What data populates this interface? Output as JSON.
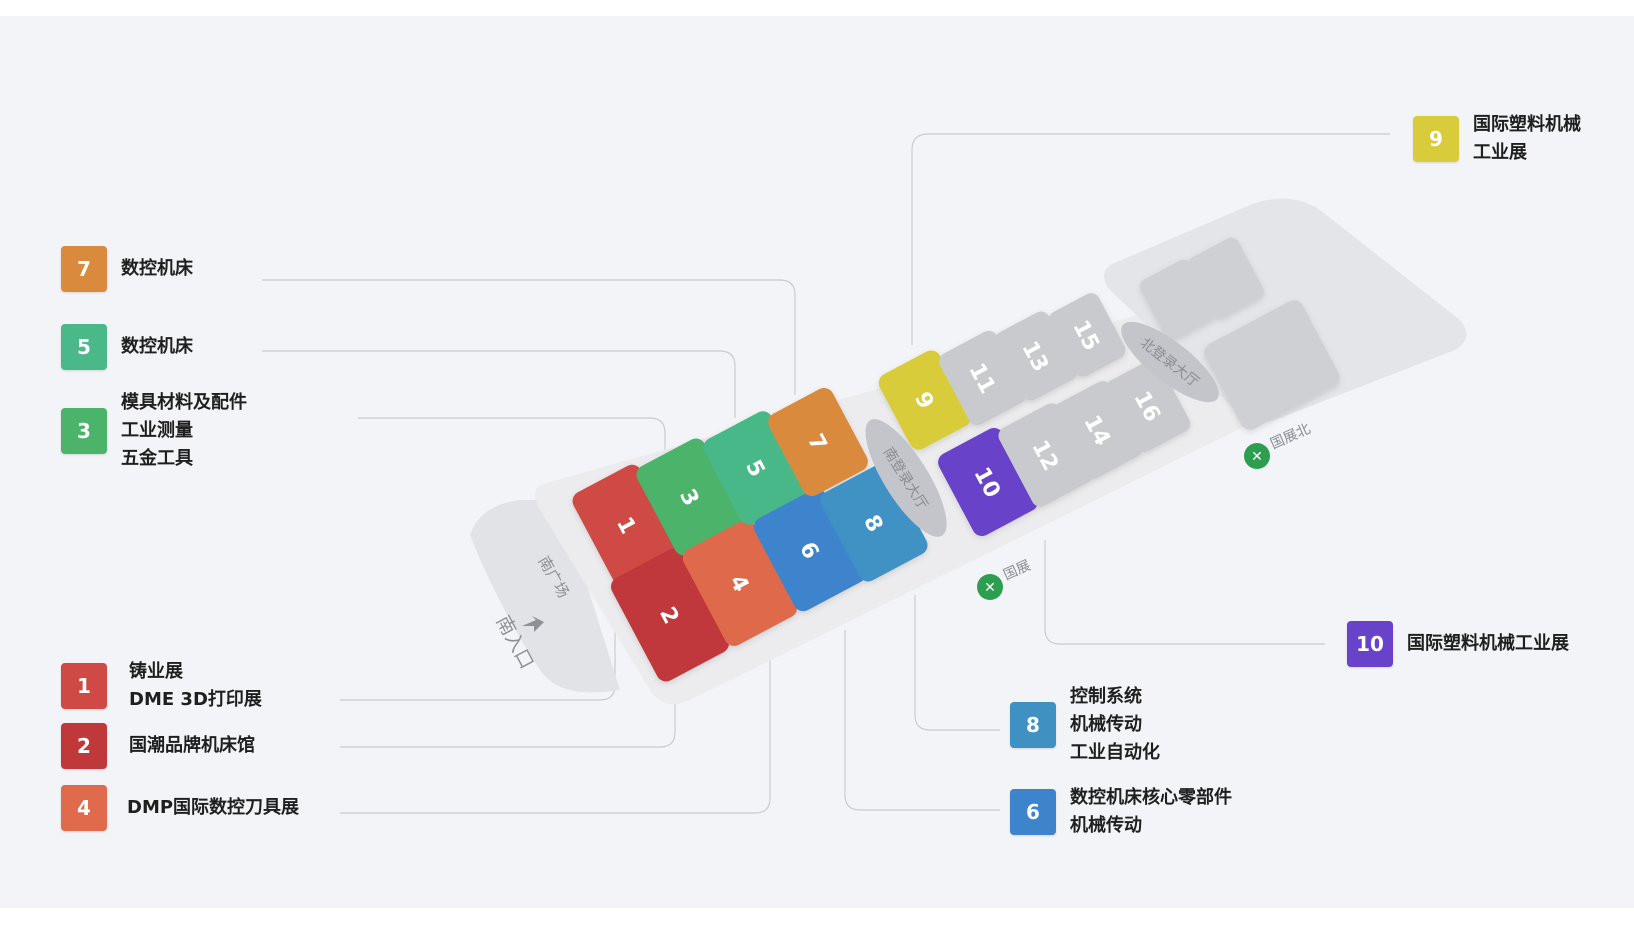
{
  "colors": {
    "hall_1": "#cf4a44",
    "hall_2": "#c0393a",
    "hall_3": "#4cb36a",
    "hall_4": "#df6a4c",
    "hall_5": "#4ab888",
    "hall_6": "#3d84cc",
    "hall_7": "#d98a3c",
    "hall_8": "#3f91c4",
    "hall_9": "#d9cc3a",
    "hall_10": "#6843c9",
    "hall_gray": "#c9cacd",
    "metro": "#2d9e4f"
  },
  "map": {
    "halls": [
      {
        "id": "1",
        "label": "1"
      },
      {
        "id": "2",
        "label": "2"
      },
      {
        "id": "3",
        "label": "3"
      },
      {
        "id": "4",
        "label": "4"
      },
      {
        "id": "5",
        "label": "5"
      },
      {
        "id": "6",
        "label": "6"
      },
      {
        "id": "7",
        "label": "7"
      },
      {
        "id": "8",
        "label": "8"
      },
      {
        "id": "9",
        "label": "9"
      },
      {
        "id": "10",
        "label": "10"
      },
      {
        "id": "11",
        "label": "11"
      },
      {
        "id": "12",
        "label": "12"
      },
      {
        "id": "13",
        "label": "13"
      },
      {
        "id": "14",
        "label": "14"
      },
      {
        "id": "15",
        "label": "15"
      },
      {
        "id": "16",
        "label": "16"
      }
    ],
    "south_plaza": "南广场",
    "south_entrance": "南入口",
    "south_lobby": "南登录大厅",
    "north_lobby": "北登录大厅",
    "metro_1": "国展",
    "metro_2": "国展北"
  },
  "legend": [
    {
      "num": "7",
      "lines": [
        "数控机床"
      ]
    },
    {
      "num": "5",
      "lines": [
        "数控机床"
      ]
    },
    {
      "num": "3",
      "lines": [
        "模具材料及配件",
        "工业测量",
        "五金工具"
      ]
    },
    {
      "num": "1",
      "lines": [
        "铸业展",
        "DME 3D打印展"
      ]
    },
    {
      "num": "2",
      "lines": [
        "国潮品牌机床馆"
      ]
    },
    {
      "num": "4",
      "lines": [
        "DMP国际数控刀具展"
      ]
    },
    {
      "num": "9",
      "lines": [
        "国际塑料机械",
        "工业展"
      ]
    },
    {
      "num": "10",
      "lines": [
        "国际塑料机械工业展"
      ]
    },
    {
      "num": "8",
      "lines": [
        "控制系统",
        "机械传动",
        "工业自动化"
      ]
    },
    {
      "num": "6",
      "lines": [
        "数控机床核心零部件",
        "机械传动"
      ]
    }
  ]
}
